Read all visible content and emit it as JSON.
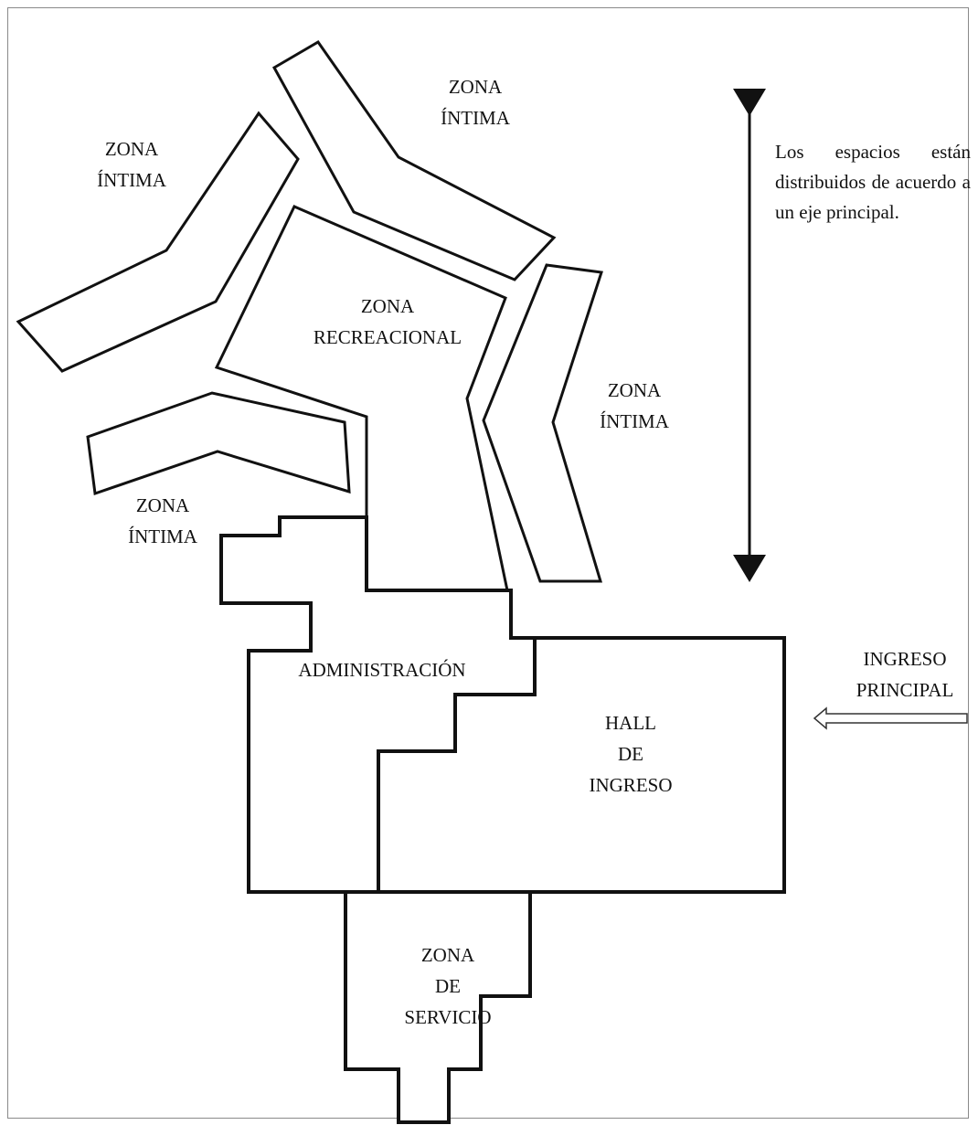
{
  "zones": {
    "intima_top": [
      "ZONA",
      "ÍNTIMA"
    ],
    "intima_left": [
      "ZONA",
      "ÍNTIMA"
    ],
    "recreacional": [
      "ZONA",
      "RECREACIONAL"
    ],
    "intima_right": [
      "ZONA",
      "ÍNTIMA"
    ],
    "intima_lower_left": [
      "ZONA",
      "ÍNTIMA"
    ],
    "administracion": [
      "ADMINISTRACIÓN"
    ],
    "hall": [
      "HALL",
      "DE",
      "INGRESO"
    ],
    "servicio": [
      "ZONA",
      "DE",
      "SERVICIO"
    ]
  },
  "annotations": {
    "axis_note": "Los espacios están distribuidos de acuerdo a un eje principal.",
    "entrance": [
      "INGRESO",
      "PRINCIPAL"
    ]
  },
  "colors": {
    "line": "#111111",
    "frame": "#8a8a8a",
    "background": "#ffffff"
  }
}
